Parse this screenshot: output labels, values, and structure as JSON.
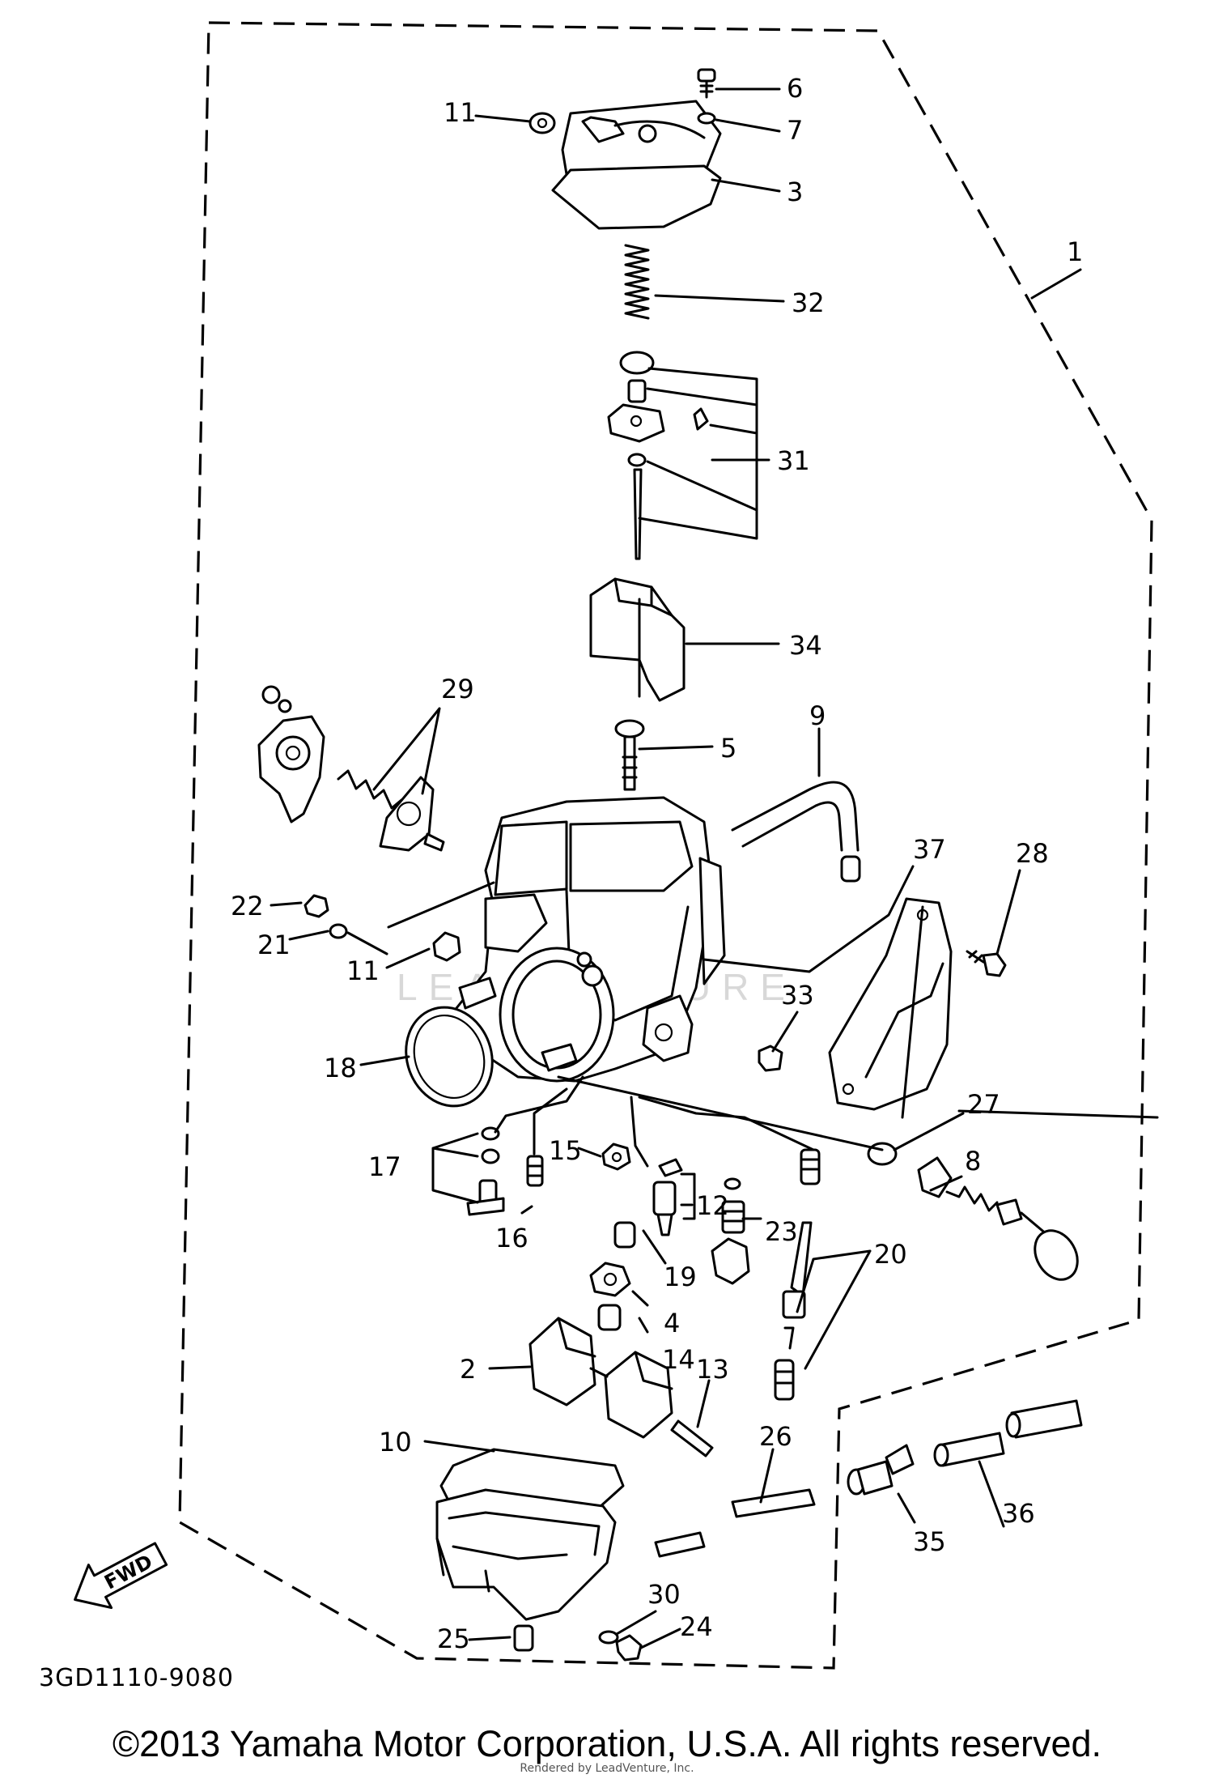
{
  "diagram": {
    "drawing_code": "3GD1110-9080",
    "direction_arrow": "FWD",
    "watermark": "LEADVENTURE",
    "callouts": {
      "c1": "1",
      "c2": "2",
      "c3": "3",
      "c4": "4",
      "c5": "5",
      "c6": "6",
      "c7": "7",
      "c8": "8",
      "c9": "9",
      "c10": "10",
      "c11a": "11",
      "c11b": "11",
      "c12": "12",
      "c13": "13",
      "c14": "14",
      "c15": "15",
      "c16": "16",
      "c17": "17",
      "c18": "18",
      "c19": "19",
      "c20": "20",
      "c21": "21",
      "c22": "22",
      "c23": "23",
      "c24": "24",
      "c25": "25",
      "c26": "26",
      "c27": "27",
      "c28": "28",
      "c29": "29",
      "c30": "30",
      "c31": "31",
      "c32": "32",
      "c33": "33",
      "c34": "34",
      "c35": "35",
      "c36": "36",
      "c37": "37"
    }
  },
  "footer": {
    "copyright": "©2013 Yamaha Motor Corporation, U.S.A. All rights reserved.",
    "rendered_by": "Rendered by LeadVenture, Inc."
  }
}
